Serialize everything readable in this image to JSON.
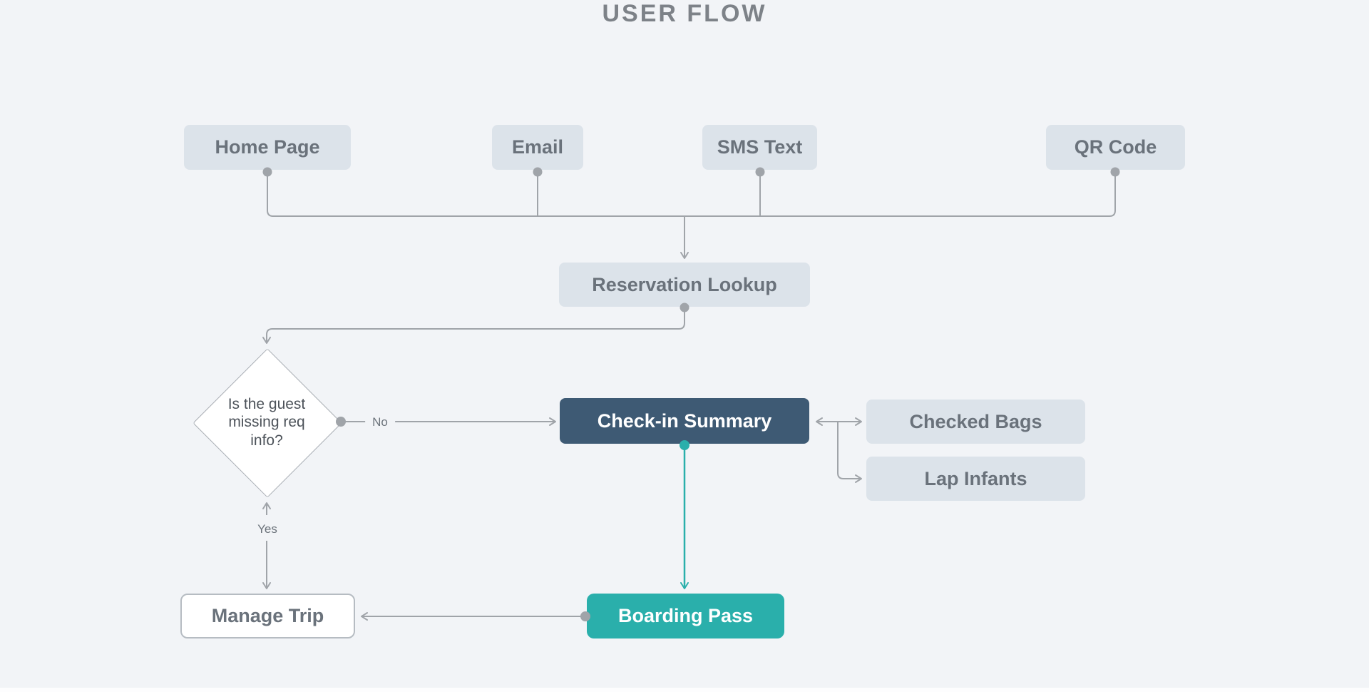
{
  "title": "USER FLOW",
  "nodes": {
    "home_page": {
      "label": "Home Page",
      "type": "entry"
    },
    "email": {
      "label": "Email",
      "type": "entry"
    },
    "sms_text": {
      "label": "SMS Text",
      "type": "entry"
    },
    "qr_code": {
      "label": "QR Code",
      "type": "entry"
    },
    "reservation_lookup": {
      "label": "Reservation Lookup",
      "type": "step"
    },
    "missing_info_decision": {
      "label": "Is the guest missing req info?",
      "type": "decision"
    },
    "check_in_summary": {
      "label": "Check-in Summary",
      "type": "primary-step"
    },
    "checked_bags": {
      "label": "Checked Bags",
      "type": "step"
    },
    "lap_infants": {
      "label": "Lap Infants",
      "type": "step"
    },
    "manage_trip": {
      "label": "Manage Trip",
      "type": "outline-step"
    },
    "boarding_pass": {
      "label": "Boarding Pass",
      "type": "accent-step"
    }
  },
  "edge_labels": {
    "no": "No",
    "yes": "Yes"
  },
  "colors": {
    "background": "#f2f4f7",
    "node_fill": "#dce3ea",
    "node_text": "#6a727b",
    "primary_node_fill": "#3e5a74",
    "accent_teal": "#2aafab",
    "connector_gray": "#a0a4a9",
    "title_text": "#7d8288"
  }
}
